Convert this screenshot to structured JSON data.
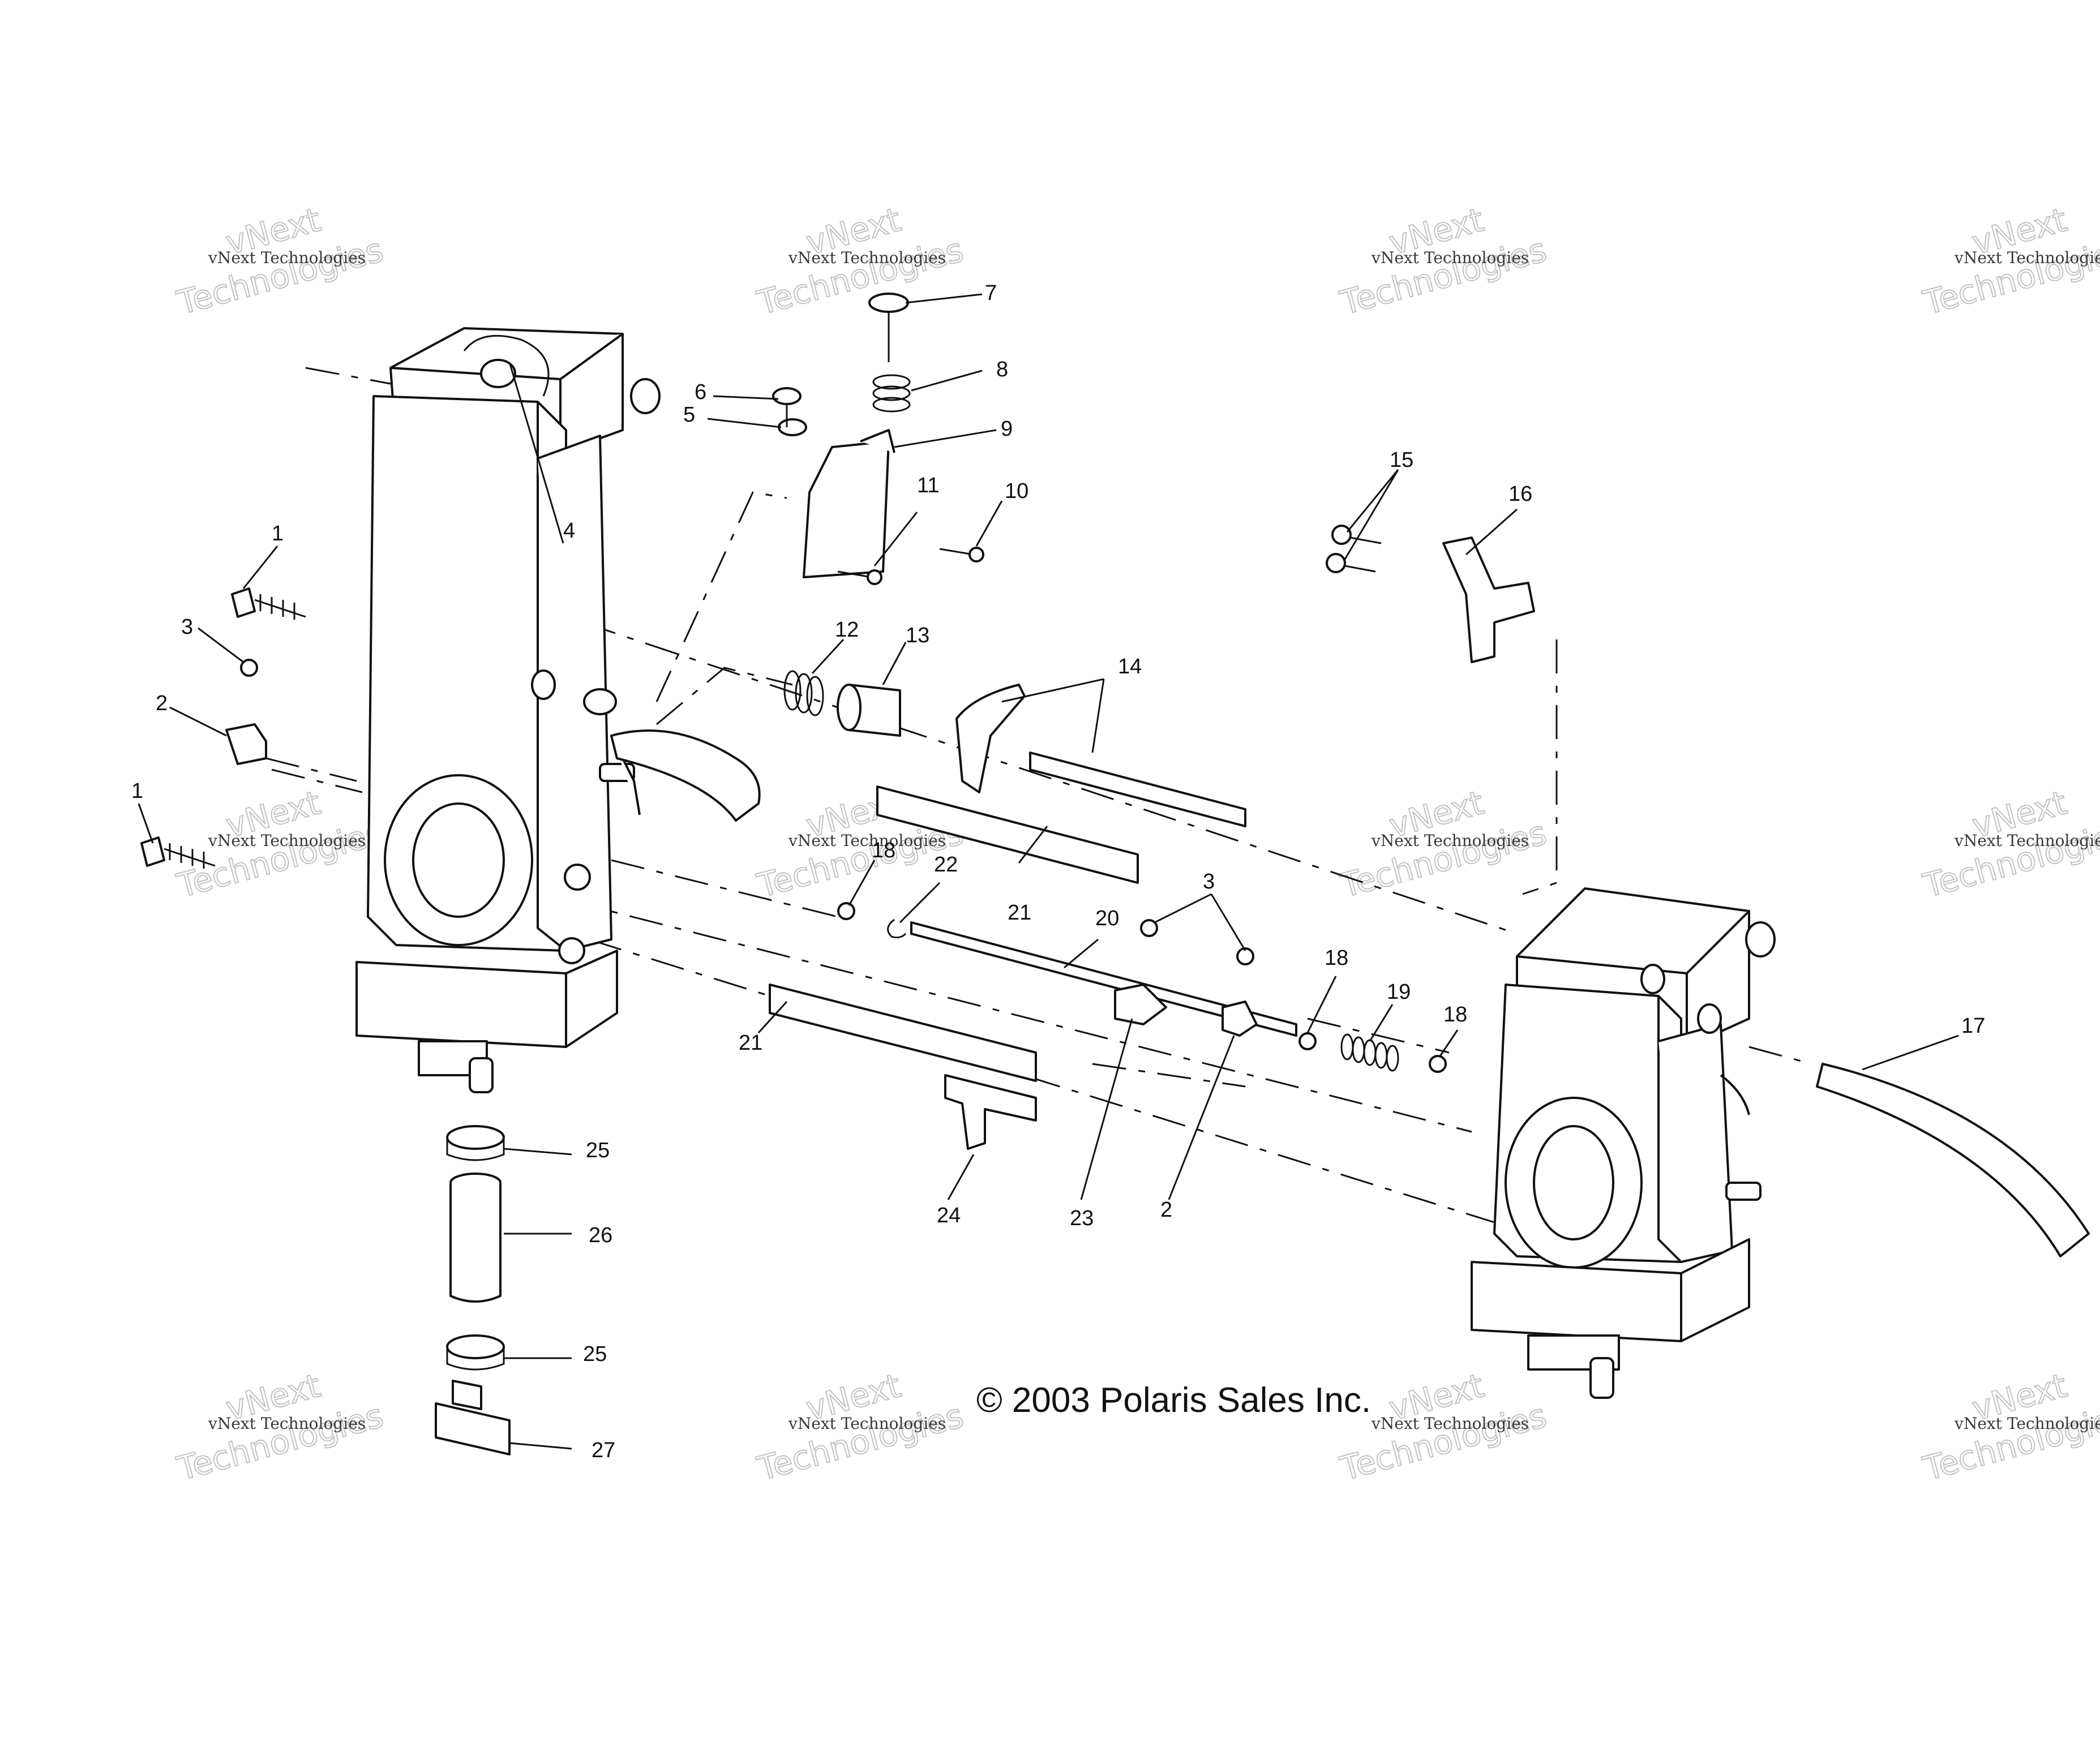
{
  "copyright": "© 2003 Polaris Sales Inc.",
  "watermark": {
    "line1": "vNext",
    "line2": "Technologies",
    "small": "vNext Technologies"
  },
  "callouts": {
    "c1a": "1",
    "c1b": "1",
    "c2a": "2",
    "c2b": "2",
    "c3a": "3",
    "c3b": "3",
    "c4": "4",
    "c5": "5",
    "c6": "6",
    "c7": "7",
    "c8": "8",
    "c9": "9",
    "c10": "10",
    "c11": "11",
    "c12": "12",
    "c13": "13",
    "c14": "14",
    "c15": "15",
    "c16": "16",
    "c17": "17",
    "c18a": "18",
    "c18b": "18",
    "c18c": "18",
    "c19": "19",
    "c20": "20",
    "c21a": "21",
    "c21b": "21",
    "c22": "22",
    "c23": "23",
    "c24": "24",
    "c25a": "25",
    "c25b": "25",
    "c26": "26",
    "c27": "27"
  }
}
